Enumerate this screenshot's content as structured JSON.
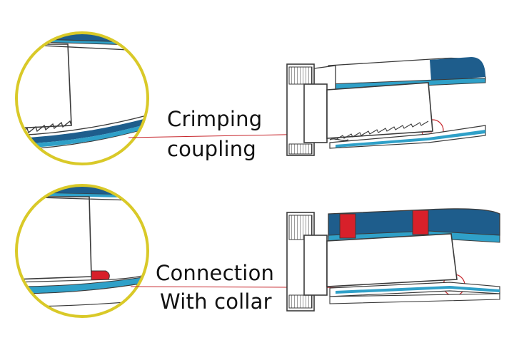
{
  "top": {
    "label_line1": "Crimping",
    "label_line2": "coupling"
  },
  "bottom": {
    "label_line1": "Connection",
    "label_line2": "With collar"
  },
  "colors": {
    "circle_outline": "#d9c928",
    "hose_blue": "#1e5d8c",
    "liner_cyan": "#2fa0c8",
    "leader_red": "#c7262c",
    "collar_red": "#d8202a",
    "metal_outline": "#3a3a3a",
    "metal_fill": "#ffffff"
  }
}
